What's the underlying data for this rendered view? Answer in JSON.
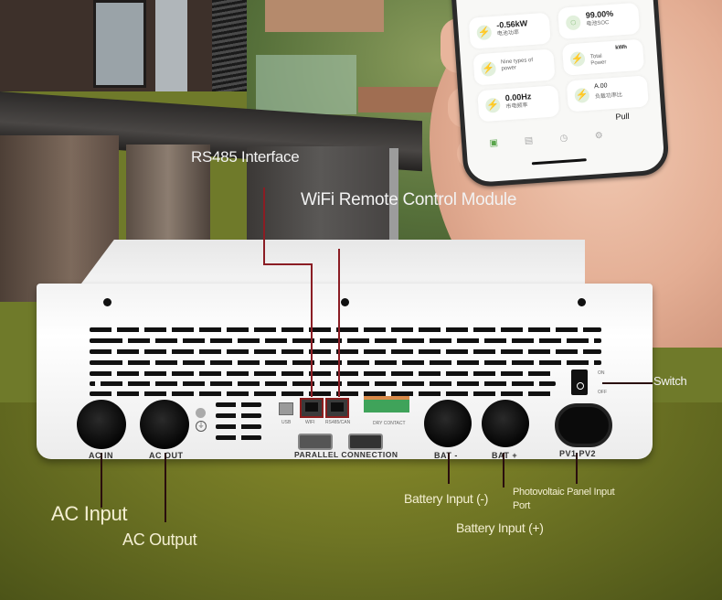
{
  "scene": {
    "description": "Hybrid solar inverter rear panel with annotated ports and a smartphone app"
  },
  "callouts": {
    "rs485": "RS485 Interface",
    "wifi": "WiFi Remote Control Module",
    "switch": "Switch",
    "ac_input": "AC Input",
    "ac_output": "AC Output",
    "battery_neg": "Battery Input (-)",
    "battery_pos": "Battery Input (+)",
    "pv_line1": "Photovoltaic Panel Input",
    "pv_line2": "Port"
  },
  "panel_labels": {
    "ac_in": "AC IN",
    "ac_out": "AC OUT",
    "usb": "USB",
    "wifi_port": "WIFI",
    "rs485_port": "RS485/CAN",
    "dry_contact": "DRY CONTACT",
    "parallel": "PARALLEL CONNECTION",
    "bat_neg": "BAT -",
    "bat_pos": "BAT +",
    "pv": "PV1  PV2",
    "switch_on": "ON",
    "switch_off": "OFF"
  },
  "phone_app": {
    "cards": [
      {
        "value": "-0.56kW",
        "sub": "电池功率"
      },
      {
        "value": "99.00%",
        "sub": "电池SOC"
      },
      {
        "value": "",
        "sub": "Nine types of power"
      },
      {
        "value": "kWh",
        "sub": "Total Power"
      },
      {
        "value": "0.00Hz",
        "sub": "市电频率"
      },
      {
        "value": "A.00",
        "sub": "负载功率比"
      }
    ],
    "pull_label": "Pull",
    "tabs": [
      "home-icon",
      "chart-icon",
      "clock-icon",
      "settings-icon"
    ]
  },
  "colors": {
    "leader_line": "#2a0e0e",
    "highlight_red": "#8b1d24",
    "label_text": "#f4efd2",
    "accent_green": "#5aa54c"
  }
}
